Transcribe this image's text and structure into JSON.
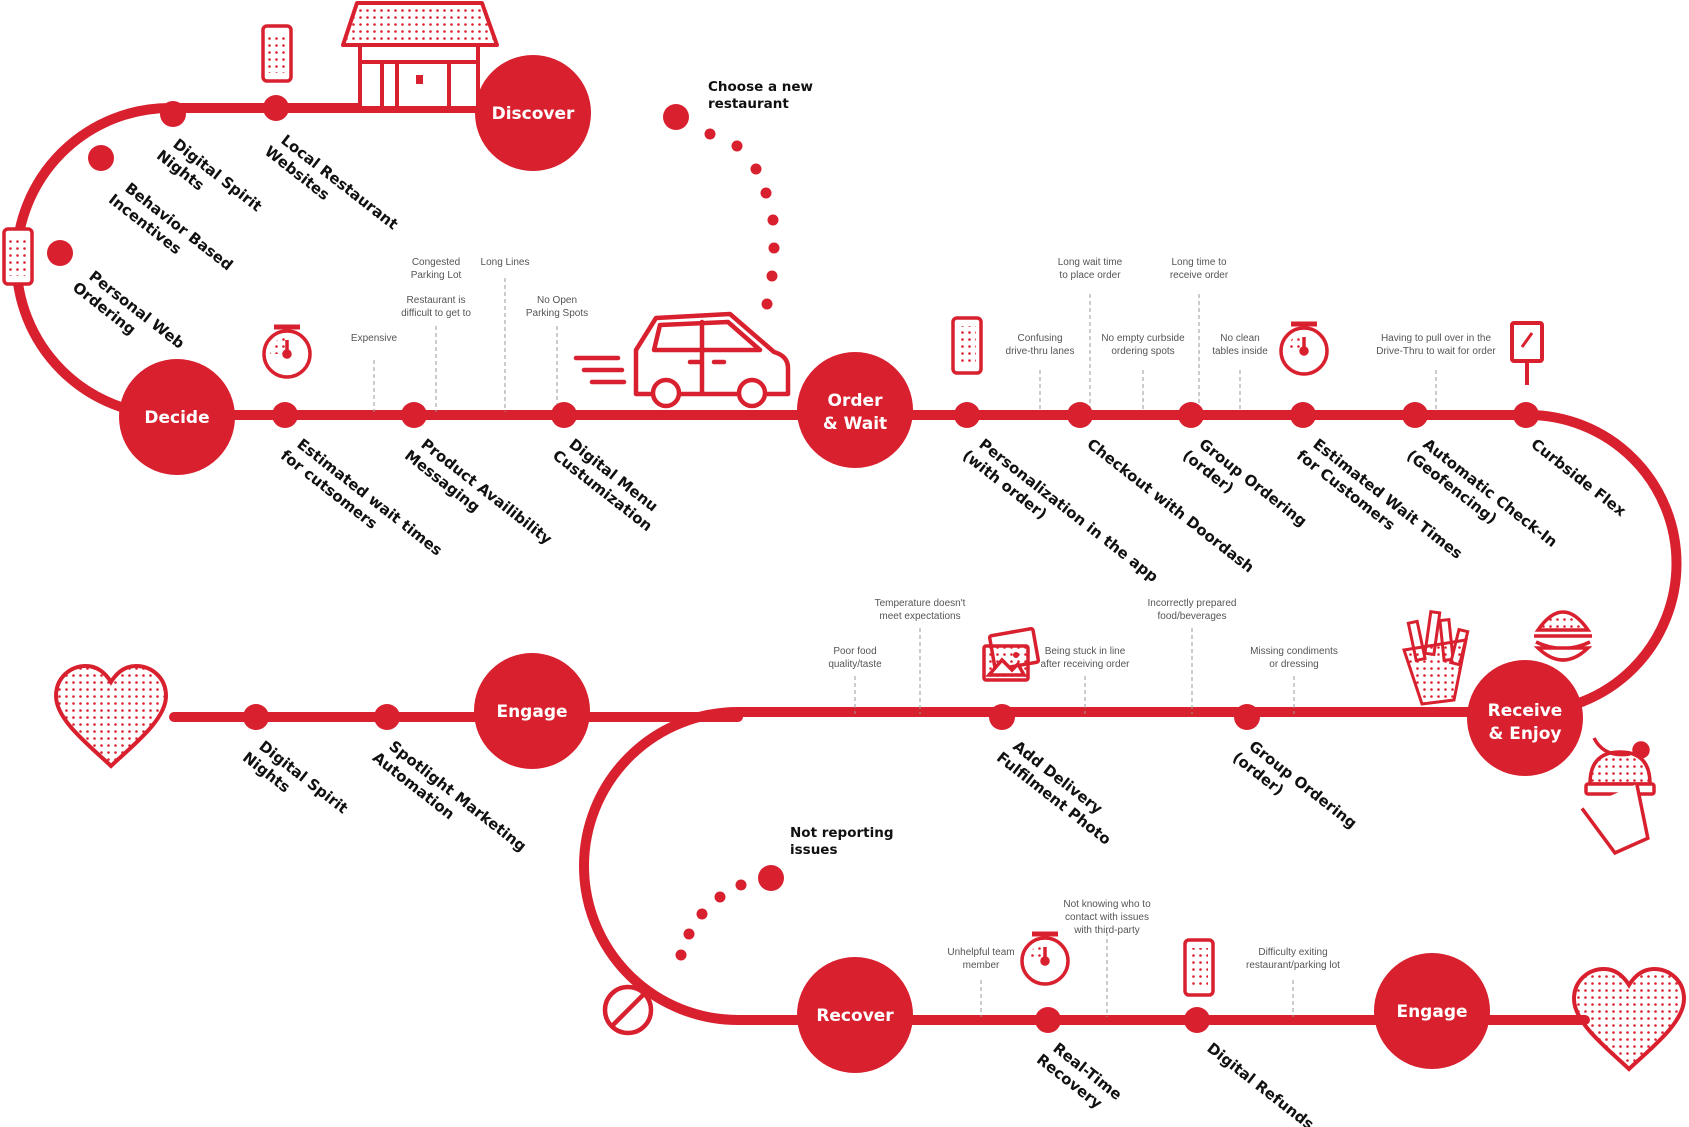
{
  "colors": {
    "accent": "#d9202e",
    "text": "#111111",
    "muted": "#555555",
    "line": "#999999"
  },
  "stages": {
    "discover": "Discover",
    "decide": "Decide",
    "order_wait": [
      "Order",
      "& Wait"
    ],
    "receive_enjoy": [
      "Receive",
      "& Enjoy"
    ],
    "engage_1": "Engage",
    "recover": "Recover",
    "engage_2": "Engage"
  },
  "touchpoints": {
    "digital_spirit_nights_1": [
      "Digital Spirit",
      "Nights"
    ],
    "local_restaurant_websites": [
      "Local Restaurant",
      "Websites"
    ],
    "behavior_based_incentives": [
      "Behavior Based",
      "Incentives"
    ],
    "personal_web_ordering": [
      "Personal Web",
      "Ordering"
    ],
    "estimated_wait_times_customers_1": [
      "Estimated wait times",
      "for cutsomers"
    ],
    "product_availability_messaging": [
      "Product Availibility",
      "Messaging"
    ],
    "digital_menu_customization": [
      "Digital Menu",
      "Custumization"
    ],
    "personalization_in_app": [
      "Personalization in the app",
      "(with order)"
    ],
    "checkout_with_doordash": [
      "Checkout with Doordash"
    ],
    "group_ordering_1": [
      "Group Ordering",
      "(order)"
    ],
    "estimated_wait_times_customers_2": [
      "Estimated Wait Times",
      "for Customers"
    ],
    "automatic_check_in": [
      "Automatic Check-In",
      "(Geofencing)"
    ],
    "curbside_flex": [
      "Curbside Flex"
    ],
    "digital_spirit_nights_2": [
      "Digital Spirit",
      "Nights"
    ],
    "spotlight_marketing_automation": [
      "Spotlight Marketing",
      "Automation"
    ],
    "add_delivery_fulfilment_photo": [
      "Add Delivery",
      "Fulfilment Photo"
    ],
    "group_ordering_2": [
      "Group Ordering",
      "(order)"
    ],
    "real_time_recovery": [
      "Real-Time",
      "Recovery"
    ],
    "digital_refunds": [
      "Digital Refunds"
    ]
  },
  "pain_points": {
    "expensive": [
      "Expensive"
    ],
    "congested_parking_lot": [
      "Congested",
      "Parking Lot"
    ],
    "restaurant_difficult": [
      "Restaurant is",
      "difficult to get to"
    ],
    "long_lines": [
      "Long Lines"
    ],
    "no_open_parking_spots": [
      "No Open",
      "Parking Spots"
    ],
    "confusing_drive_thru": [
      "Confusing",
      "drive-thru lanes"
    ],
    "long_wait_to_place_order": [
      "Long wait time",
      "to place order"
    ],
    "no_empty_curbside": [
      "No empty curbside",
      "ordering spots"
    ],
    "long_time_to_receive": [
      "Long time to",
      "receive order"
    ],
    "no_clean_tables": [
      "No clean",
      "tables inside"
    ],
    "pull_over_drive_thru": [
      "Having to pull over in the",
      "Drive-Thru to wait for order"
    ],
    "poor_food_quality": [
      "Poor food",
      "quality/taste"
    ],
    "temperature_expectations": [
      "Temperature doesn't",
      "meet expectations"
    ],
    "stuck_in_line": [
      "Being stuck in line",
      "after receiving order"
    ],
    "incorrectly_prepared": [
      "Incorrectly prepared",
      "food/beverages"
    ],
    "missing_condiments": [
      "Missing condiments",
      "or dressing"
    ],
    "unhelpful_team_member": [
      "Unhelpful team",
      "member"
    ],
    "not_knowing_who_to_contact": [
      "Not knowing who to",
      "contact with issues",
      "with third-party"
    ],
    "difficulty_exiting": [
      "Difficulty exiting",
      "restaurant/parking lot"
    ]
  },
  "callouts": {
    "choose_new_restaurant": [
      "Choose a new",
      "restaurant"
    ],
    "not_reporting_issues": [
      "Not reporting",
      "issues"
    ]
  },
  "icons": [
    "phone-icon",
    "storefront-icon",
    "stopwatch-icon",
    "car-icon",
    "menu-sign-icon",
    "burger-icon",
    "fries-icon",
    "drink-icon",
    "photo-icon",
    "heart-icon",
    "no-entry-icon"
  ]
}
